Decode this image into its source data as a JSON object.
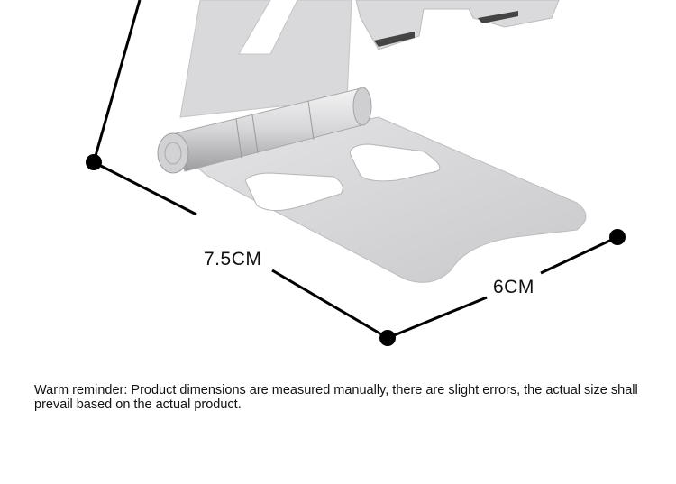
{
  "dimensions": {
    "length": "7.5CM",
    "width": "6CM"
  },
  "note": "Warm reminder: Product dimensions are measured manually, there are slight errors, the actual size shall prevail based on the actual product."
}
